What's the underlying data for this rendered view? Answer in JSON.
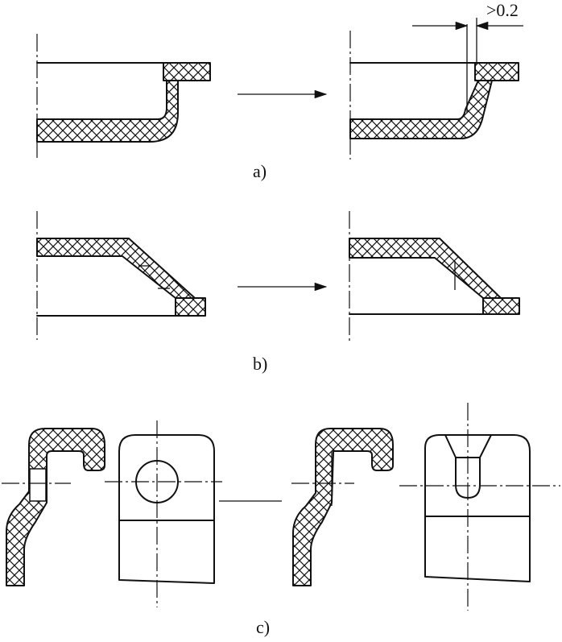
{
  "labels": {
    "a": "a)",
    "b": "b)",
    "c": "c)",
    "dimension": ">0.2"
  }
}
